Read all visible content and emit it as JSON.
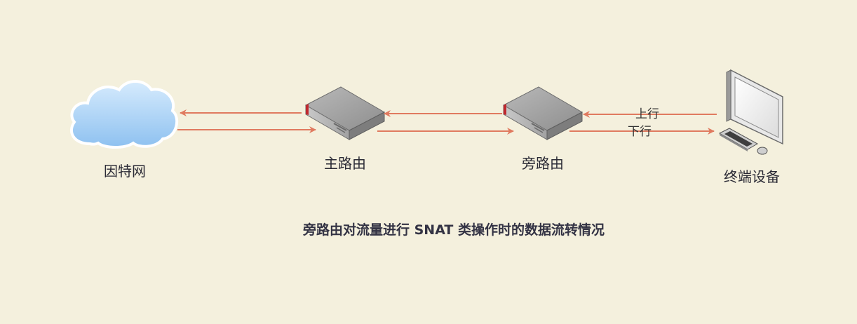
{
  "nodes": {
    "internet": {
      "label": "因特网",
      "icon": "cloud-icon"
    },
    "main_router": {
      "label": "主路由",
      "icon": "router-icon"
    },
    "side_router": {
      "label": "旁路由",
      "icon": "router-icon"
    },
    "terminal": {
      "label": "终端设备",
      "icon": "desktop-computer-icon"
    }
  },
  "edge_labels": {
    "up": "上行",
    "down": "下行"
  },
  "caption": "旁路由对流量进行 SNAT 类操作时的数据流转情况",
  "colors": {
    "background": "#f4f0dd",
    "arrow": "#e07a5f",
    "router_accent": "#c0282d",
    "cloud": "#9ccaf2"
  }
}
